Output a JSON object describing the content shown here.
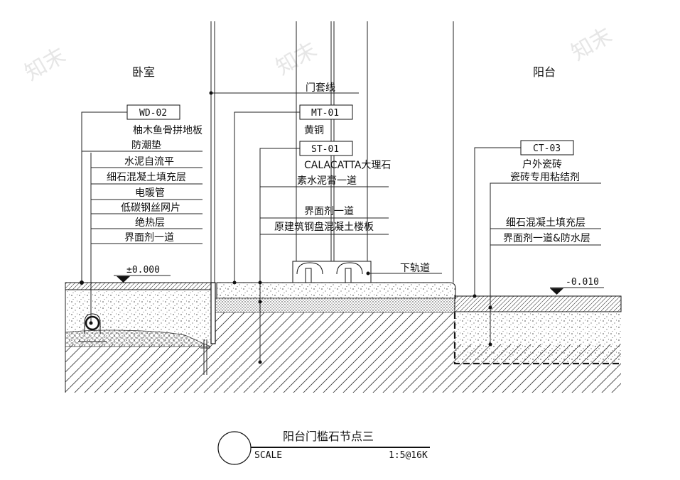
{
  "rooms": {
    "left": "卧室",
    "right": "阳台"
  },
  "left_layers": {
    "tag": "WD-02",
    "items": [
      "柚木鱼骨拼地板",
      "防潮垫",
      "水泥自流平",
      "细石混凝土填充层",
      "电暖管",
      "低碳钢丝网片",
      "绝热层",
      "界面剂一道"
    ]
  },
  "middle_layers": {
    "door_trim": "门套线",
    "tag_mt": "MT-01",
    "brass": "黄铜",
    "tag_st": "ST-01",
    "marble": "CALACATTA大理石",
    "cement_paste": "素水泥膏一道",
    "interface": "界面剂一道",
    "slab": "原建筑钢盘混凝土楼板",
    "rail": "下轨道"
  },
  "right_layers": {
    "tag": "CT-03",
    "items": [
      "户外瓷砖",
      "瓷砖专用粘结剂",
      "细石混凝土填充层",
      "界面剂一道&防水层"
    ]
  },
  "levels": {
    "left": "±0.000",
    "right": "-0.010"
  },
  "title_block": {
    "title": "阳台门槛石节点三",
    "scale_label": "SCALE",
    "scale_value": "1:5@16K"
  },
  "watermarks": [
    "知末",
    "知末",
    "知末"
  ]
}
